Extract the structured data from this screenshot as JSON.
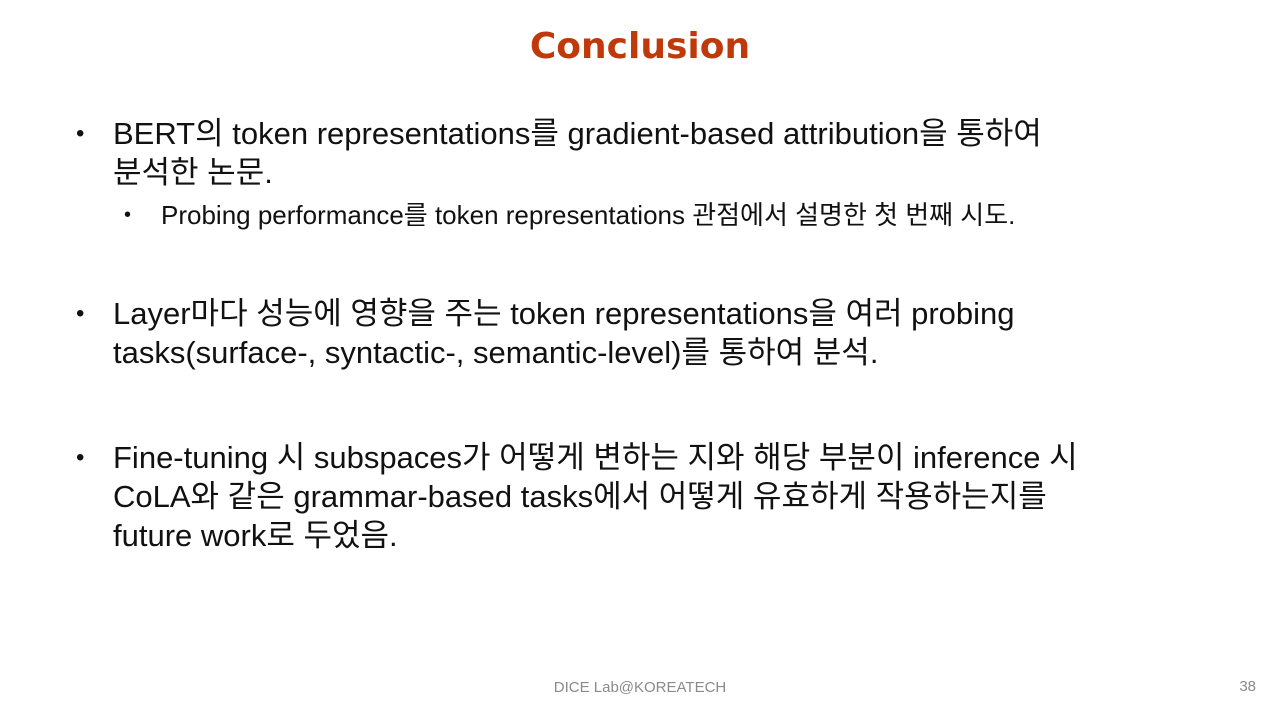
{
  "slide": {
    "title": "Conclusion",
    "bullets": [
      {
        "lines": [
          "BERT의 token representations를 gradient-based attribution을 통하여",
          "분석한 논문."
        ],
        "sub": "Probing performance를 token representations 관점에서 설명한 첫 번째 시도."
      },
      {
        "lines": [
          "Layer마다 성능에 영향을 주는 token representations을 여러 probing",
          "tasks(surface-, syntactic-, semantic-level)를 통하여 분석."
        ]
      },
      {
        "lines": [
          "Fine-tuning 시 subspaces가 어떻게 변하는 지와 해당 부분이 inference 시",
          "CoLA와 같은 grammar-based tasks에서 어떻게 유효하게 작용하는지를",
          "future work로 두었음."
        ]
      }
    ],
    "bullet_symbol": "•",
    "footer": "DICE Lab@KOREATECH",
    "page_number": "38",
    "colors": {
      "title": "#c0390b",
      "text": "#111111",
      "footer": "#8a8a8a"
    }
  }
}
